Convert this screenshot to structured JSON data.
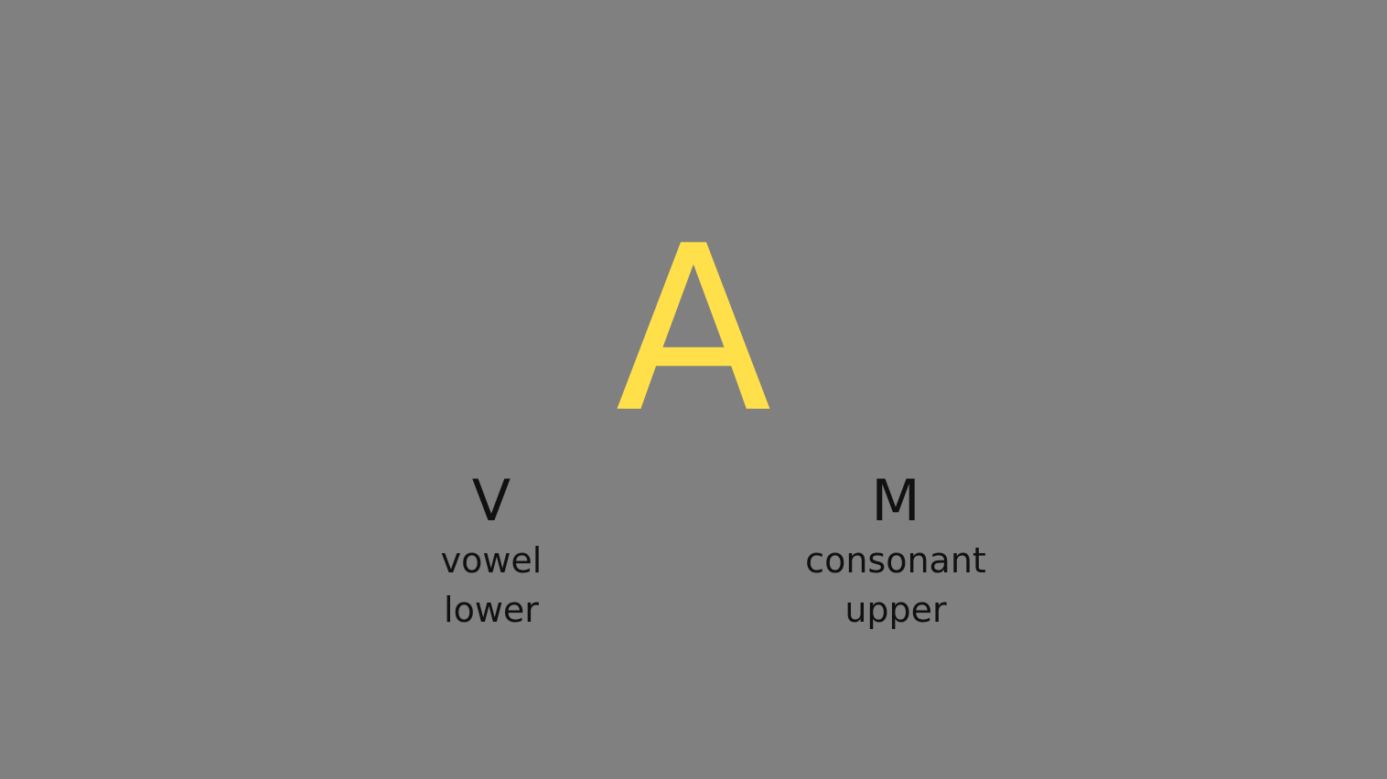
{
  "target": {
    "letter": "A",
    "color": "#ffdf4a"
  },
  "options": {
    "left": {
      "letter": "V",
      "line1": "vowel",
      "line2": "lower"
    },
    "right": {
      "letter": "M",
      "line1": "consonant",
      "line2": "upper"
    }
  },
  "colors": {
    "background": "#808080",
    "text": "#111111"
  }
}
